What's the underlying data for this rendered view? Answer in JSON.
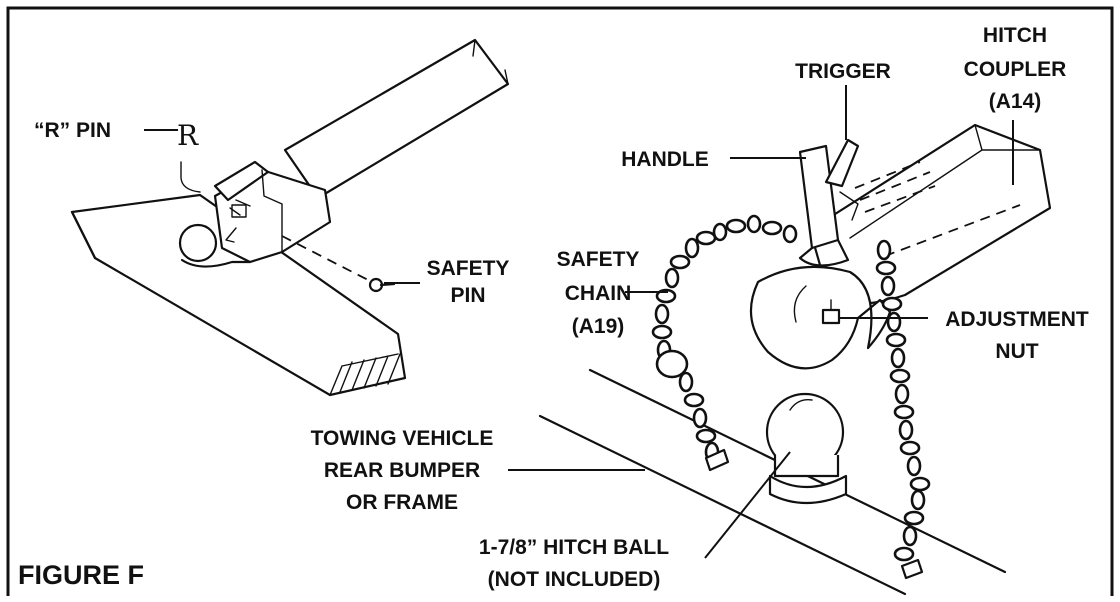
{
  "figure_title": "FIGURE F",
  "labels": {
    "r_pin": "“R” PIN",
    "r_mark": "R",
    "safety_pin": [
      "SAFETY",
      "PIN"
    ],
    "trigger": "TRIGGER",
    "hitch_coupler": [
      "HITCH",
      "COUPLER",
      "(A14)"
    ],
    "handle": "HANDLE",
    "safety_chain": [
      "SAFETY",
      "CHAIN",
      "(A19)"
    ],
    "adjustment_nut": [
      "ADJUSTMENT",
      "NUT"
    ],
    "towing_vehicle": [
      "TOWING VEHICLE",
      "REAR BUMPER",
      "OR FRAME"
    ],
    "hitch_ball": [
      "1-7/8” HITCH BALL",
      "(NOT INCLUDED)"
    ]
  },
  "colors": {
    "ink": "#111111",
    "background": "#ffffff"
  }
}
